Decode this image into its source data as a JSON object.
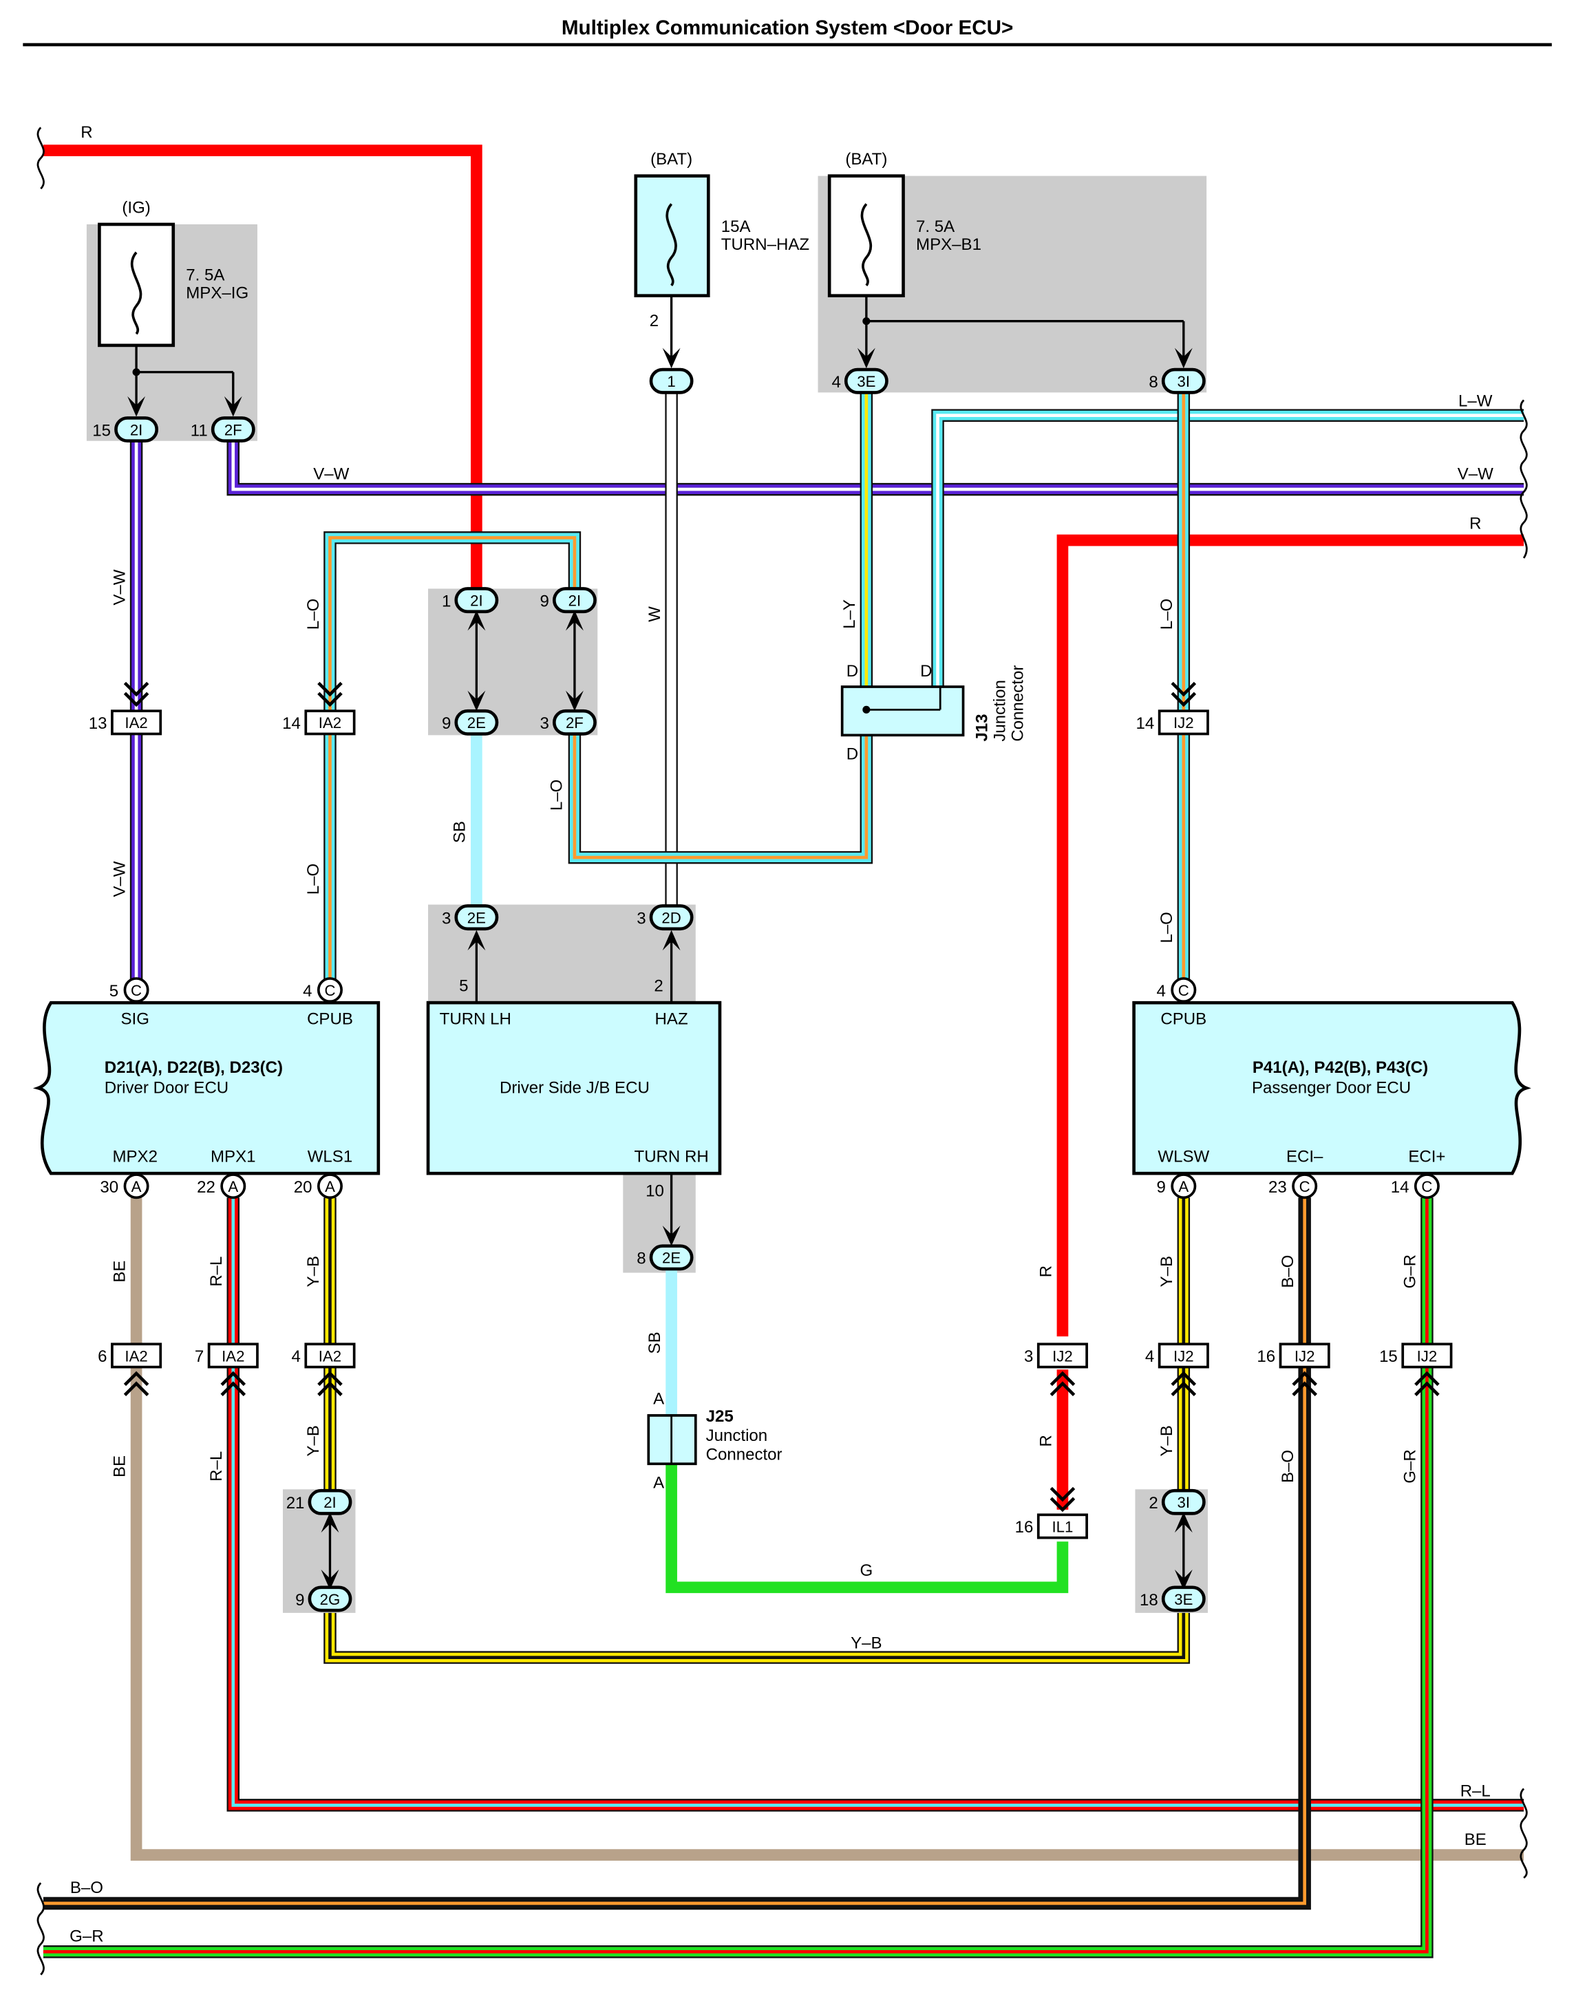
{
  "title": "Multiplex Communication System <Door ECU>",
  "colors": {
    "R": "#ff0000",
    "V": "#5a22d6",
    "W": "#ffffff",
    "L": "#59eaf2",
    "O": "#ff9a2e",
    "Y": "#ffe800",
    "B": "#111111",
    "G": "#22e122",
    "SB": "#a9f4ff",
    "BE": "#b8a28a",
    "ecuFill": "#ccfcff",
    "shade": "#cccccc"
  },
  "power": {
    "ig": "(IG)",
    "bat1": "(BAT)",
    "bat2": "(BAT)"
  },
  "fuses": {
    "mpxIg": {
      "amp": "7. 5A",
      "name": "MPX–IG"
    },
    "turnHaz": {
      "amp": "15A",
      "name": "TURN–HAZ"
    },
    "mpxB1": {
      "amp": "7. 5A",
      "name": "MPX–B1"
    }
  },
  "ecus": {
    "driver": {
      "part": "D21(A), D22(B), D23(C)",
      "name": "Driver Door ECU",
      "pins": {
        "sig": "SIG",
        "cpub": "CPUB",
        "mpx2": "MPX2",
        "mpx1": "MPX1",
        "wls1": "WLS1"
      }
    },
    "jb": {
      "name": "Driver Side J/B ECU",
      "pins": {
        "turnLh": "TURN LH",
        "haz": "HAZ",
        "turnRh": "TURN RH"
      }
    },
    "passenger": {
      "part": "P41(A), P42(B), P43(C)",
      "name": "Passenger Door ECU",
      "pins": {
        "cpub": "CPUB",
        "wlsw": "WLSW",
        "eciMinus": "ECI–",
        "eciPlus": "ECI+"
      }
    }
  },
  "junctions": {
    "j13": {
      "id": "J13",
      "line1": "Junction",
      "line2": "Connector",
      "pin": "D"
    },
    "j25": {
      "id": "J25",
      "line1": "Junction",
      "line2": "Connector",
      "pin": "A"
    }
  },
  "connectors": [
    {
      "id": "c2I15",
      "label": "2I",
      "pin": "15",
      "shape": "oval"
    },
    {
      "id": "c2F11",
      "label": "2F",
      "pin": "11",
      "shape": "oval"
    },
    {
      "id": "c1",
      "label": "1",
      "pin": "2",
      "shape": "oval"
    },
    {
      "id": "c3E4",
      "label": "3E",
      "pin": "4",
      "shape": "oval"
    },
    {
      "id": "c3I8",
      "label": "3I",
      "pin": "8",
      "shape": "oval"
    },
    {
      "id": "c2I1",
      "label": "2I",
      "pin": "1",
      "shape": "oval"
    },
    {
      "id": "c2I9",
      "label": "2I",
      "pin": "9",
      "shape": "oval"
    },
    {
      "id": "c2E9",
      "label": "2E",
      "pin": "9",
      "shape": "oval"
    },
    {
      "id": "c2F3",
      "label": "2F",
      "pin": "3",
      "shape": "oval"
    },
    {
      "id": "cIA2_13",
      "label": "IA2",
      "pin": "13",
      "shape": "rect"
    },
    {
      "id": "cIA2_14",
      "label": "IA2",
      "pin": "14",
      "shape": "rect"
    },
    {
      "id": "cIJ2_14",
      "label": "IJ2",
      "pin": "14",
      "shape": "rect"
    },
    {
      "id": "c2E3",
      "label": "2E",
      "pin": "3",
      "shape": "oval"
    },
    {
      "id": "c2D3",
      "label": "2D",
      "pin": "3",
      "shape": "oval"
    },
    {
      "id": "cC5",
      "label": "C",
      "pin": "5",
      "shape": "circle"
    },
    {
      "id": "cC4a",
      "label": "C",
      "pin": "4",
      "shape": "circle"
    },
    {
      "id": "cC4b",
      "label": "C",
      "pin": "4",
      "shape": "circle"
    },
    {
      "id": "cA30",
      "label": "A",
      "pin": "30",
      "shape": "circle"
    },
    {
      "id": "cA22",
      "label": "A",
      "pin": "22",
      "shape": "circle"
    },
    {
      "id": "cA20",
      "label": "A",
      "pin": "20",
      "shape": "circle"
    },
    {
      "id": "c2E8",
      "label": "2E",
      "pin": "8",
      "shape": "oval"
    },
    {
      "id": "cA9",
      "label": "A",
      "pin": "9",
      "shape": "circle"
    },
    {
      "id": "cC23",
      "label": "C",
      "pin": "23",
      "shape": "circle"
    },
    {
      "id": "cC14",
      "label": "C",
      "pin": "14",
      "shape": "circle"
    },
    {
      "id": "cIA2_6",
      "label": "IA2",
      "pin": "6",
      "shape": "rect"
    },
    {
      "id": "cIA2_7",
      "label": "IA2",
      "pin": "7",
      "shape": "rect"
    },
    {
      "id": "cIA2_4",
      "label": "IA2",
      "pin": "4",
      "shape": "rect"
    },
    {
      "id": "cIJ2_3",
      "label": "IJ2",
      "pin": "3",
      "shape": "rect"
    },
    {
      "id": "cIJ2_4",
      "label": "IJ2",
      "pin": "4",
      "shape": "rect"
    },
    {
      "id": "cIJ2_16",
      "label": "IJ2",
      "pin": "16",
      "shape": "rect"
    },
    {
      "id": "cIJ2_15",
      "label": "IJ2",
      "pin": "15",
      "shape": "rect"
    },
    {
      "id": "c2I21",
      "label": "2I",
      "pin": "21",
      "shape": "oval"
    },
    {
      "id": "c2G9",
      "label": "2G",
      "pin": "9",
      "shape": "oval"
    },
    {
      "id": "cIL1_16",
      "label": "IL1",
      "pin": "16",
      "shape": "rect"
    },
    {
      "id": "c3I2",
      "label": "3I",
      "pin": "2",
      "shape": "oval"
    },
    {
      "id": "c3E18",
      "label": "3E",
      "pin": "18",
      "shape": "oval"
    }
  ],
  "pinNumbers": {
    "jbTurnLh": "5",
    "jbHaz": "2",
    "jbTurnRh": "10"
  },
  "wireLabels": [
    {
      "id": "wR1",
      "text": "R"
    },
    {
      "id": "wLW",
      "text": "L–W"
    },
    {
      "id": "wVW1",
      "text": "V–W"
    },
    {
      "id": "wVW2",
      "text": "V–W"
    },
    {
      "id": "wR2",
      "text": "R"
    },
    {
      "id": "wVW3",
      "text": "V–W"
    },
    {
      "id": "wVW4",
      "text": "V–W"
    },
    {
      "id": "wLO1",
      "text": "L–O"
    },
    {
      "id": "wLO2",
      "text": "L–O"
    },
    {
      "id": "wW",
      "text": "W"
    },
    {
      "id": "wLY",
      "text": "L–Y"
    },
    {
      "id": "wLO3",
      "text": "L–O"
    },
    {
      "id": "wLO4",
      "text": "L–O"
    },
    {
      "id": "wSB1",
      "text": "SB"
    },
    {
      "id": "wLO5",
      "text": "L–O"
    },
    {
      "id": "wBE1",
      "text": "BE"
    },
    {
      "id": "wRL1",
      "text": "R–L"
    },
    {
      "id": "wYB1",
      "text": "Y–B"
    },
    {
      "id": "wSB2",
      "text": "SB"
    },
    {
      "id": "wR3",
      "text": "R"
    },
    {
      "id": "wYB2",
      "text": "Y–B"
    },
    {
      "id": "wBO1",
      "text": "B–O"
    },
    {
      "id": "wGR1",
      "text": "G–R"
    },
    {
      "id": "wBE2",
      "text": "BE"
    },
    {
      "id": "wRL2",
      "text": "R–L"
    },
    {
      "id": "wYB3",
      "text": "Y–B"
    },
    {
      "id": "wR4",
      "text": "R"
    },
    {
      "id": "wYB4",
      "text": "Y–B"
    },
    {
      "id": "wBO2",
      "text": "B–O"
    },
    {
      "id": "wGR2",
      "text": "G–R"
    },
    {
      "id": "wG",
      "text": "G"
    },
    {
      "id": "wYB5",
      "text": "Y–B"
    },
    {
      "id": "wRL3",
      "text": "R–L"
    },
    {
      "id": "wBE3",
      "text": "BE"
    },
    {
      "id": "wBO3",
      "text": "B–O"
    },
    {
      "id": "wGR3",
      "text": "G–R"
    }
  ]
}
